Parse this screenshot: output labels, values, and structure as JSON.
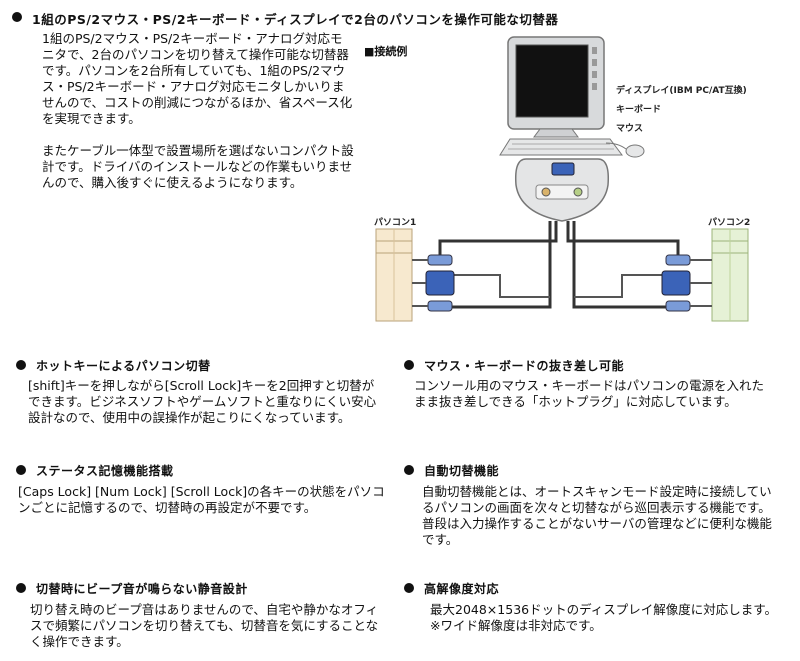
{
  "main": {
    "title": "1組のPS/2マウス・PS/2キーボード・ディスプレイで2台のパソコンを操作可能な切替器",
    "para1": "1組のPS/2マウス・PS/2キーボード・アナログ対応モニタで、2台のパソコンを切り替えて操作可能な切替器です。パソコンを2台所有していても、1組のPS/2マウス・PS/2キーボード・アナログ対応モニタしかいりませんので、コストの削減につながるほか、省スペース化を実現できます。",
    "para2": "またケーブル一体型で設置場所を選ばないコンパクト設計です。ドライバのインストールなどの作業もいりませんので、購入後すぐに使えるようになります。"
  },
  "diagram": {
    "heading": "■接続例",
    "display_label": "ディスプレイ(IBM PC/AT互換)",
    "keyboard_label": "キーボード",
    "mouse_label": "マウス",
    "pc1_label": "パソコン1",
    "pc2_label": "パソコン2"
  },
  "features": [
    {
      "title": "ホットキーによるパソコン切替",
      "text": "[shift]キーを押しながら[Scroll Lock]キーを2回押すと切替ができます。ビジネスソフトやゲームソフトと重なりにくい安心設計なので、使用中の誤操作が起こりにくなっています。"
    },
    {
      "title": "マウス・キーボードの抜き差し可能",
      "text": "コンソール用のマウス・キーボードはパソコンの電源を入れたまま抜き差しできる「ホットプラグ」に対応しています。"
    },
    {
      "title": "ステータス記憶機能搭載",
      "text": "[Caps Lock] [Num Lock] [Scroll Lock]の各キーの状態をパソコンごとに記憶するので、切替時の再設定が不要です。"
    },
    {
      "title": "自動切替機能",
      "text": "自動切替機能とは、オートスキャンモード設定時に接続しているパソコンの画面を次々と切替ながら巡回表示する機能です。普段は入力操作することがないサーバの管理などに便利な機能です。"
    },
    {
      "title": "切替時にビープ音が鳴らない静音設計",
      "text": "切り替え時のビープ音はありませんので、自宅や静かなオフィスで頻繁にパソコンを切り替えても、切替音を気にすることなく操作できます。"
    },
    {
      "title": "高解像度対応",
      "text": "最大2048×1536ドットのディスプレイ解像度に対応します。",
      "note": "※ワイド解像度は非対応です。"
    }
  ]
}
